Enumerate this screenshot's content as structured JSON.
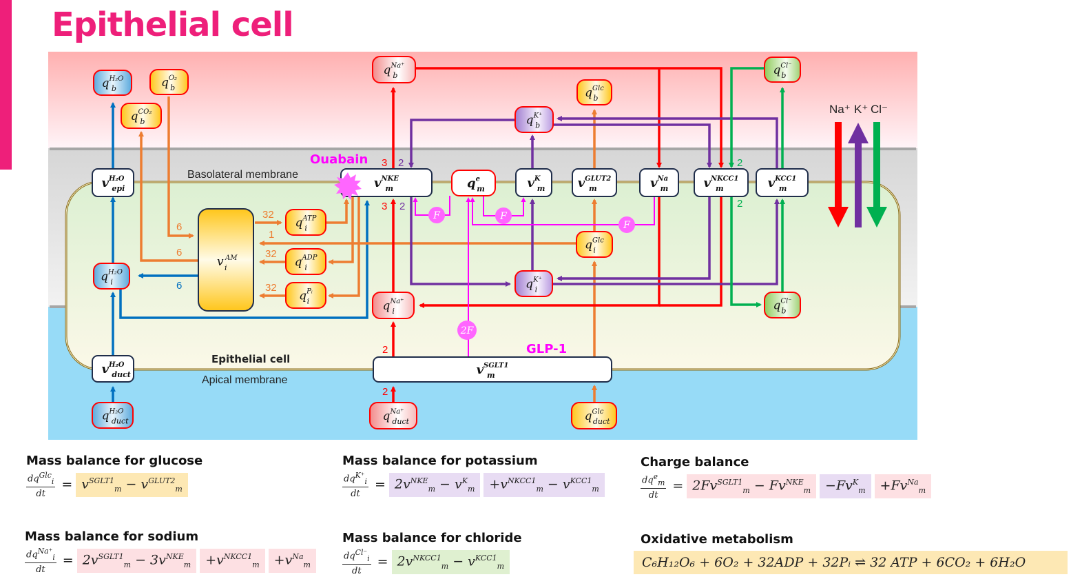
{
  "title": "Epithelial cell",
  "colors": {
    "accent": "#ee1f7a",
    "sodium": "#ff0000",
    "potassium": "#7030a0",
    "chloride": "#00b050",
    "water": "#0070c0",
    "metabolic": "#ed7d31",
    "charge": "#ff00ff"
  },
  "regions": {
    "basolateral_membrane": "Basolateral membrane",
    "epithelial_cell": "Epithelial cell",
    "apical_membrane": "Apical membrane"
  },
  "annotations": {
    "ouabain": "Ouabain",
    "glp1": "GLP-1",
    "ion_legend": [
      "Na⁺",
      "K⁺",
      "Cl⁻"
    ]
  },
  "pools": {
    "qb_h2o": {
      "base": "q",
      "sup": "H₂O",
      "sub": "b"
    },
    "qb_o2": {
      "base": "q",
      "sup": "O₂",
      "sub": "b"
    },
    "qb_co2": {
      "base": "q",
      "sup": "CO₂",
      "sub": "b"
    },
    "qb_na": {
      "base": "q",
      "sup": "Na⁺",
      "sub": "b"
    },
    "qb_glc": {
      "base": "q",
      "sup": "Glc",
      "sub": "b"
    },
    "qb_k": {
      "base": "q",
      "sup": "K⁺",
      "sub": "b"
    },
    "qb_cl_top": {
      "base": "q",
      "sup": "Cl⁻",
      "sub": "b"
    },
    "qm_e": {
      "base": "q",
      "sup": "e",
      "sub": "m"
    },
    "qi_atp": {
      "base": "q",
      "sup": "ATP",
      "sub": "i"
    },
    "qi_adp": {
      "base": "q",
      "sup": "ADP",
      "sub": "i"
    },
    "qi_pi": {
      "base": "q",
      "sup": "Pᵢ",
      "sub": "i"
    },
    "qi_h2o": {
      "base": "q",
      "sup": "H₂O",
      "sub": "i"
    },
    "qi_glc": {
      "base": "q",
      "sup": "Glc",
      "sub": "i"
    },
    "qi_k": {
      "base": "q",
      "sup": "K⁺",
      "sub": "i"
    },
    "qi_na": {
      "base": "q",
      "sup": "Na⁺",
      "sub": "i"
    },
    "qb_cl_bottom": {
      "base": "q",
      "sup": "Cl⁻",
      "sub": "b"
    },
    "qduct_h2o": {
      "base": "q",
      "sup": "H₂O",
      "sub": "duct"
    },
    "qduct_na": {
      "base": "q",
      "sup": "Na⁺",
      "sub": "duct"
    },
    "qduct_glc": {
      "base": "q",
      "sup": "Glc",
      "sub": "duct"
    }
  },
  "fluxes": {
    "v_epi_h2o": {
      "base": "v",
      "sup": "H₂O",
      "sub": "epi"
    },
    "v_nke": {
      "base": "v",
      "sup": "NKE",
      "sub": "m"
    },
    "v_k": {
      "base": "v",
      "sup": "K",
      "sub": "m"
    },
    "v_glut2": {
      "base": "v",
      "sup": "GLUT2",
      "sub": "m"
    },
    "v_na": {
      "base": "v",
      "sup": "Na",
      "sub": "m"
    },
    "v_nkcc1": {
      "base": "v",
      "sup": "NKCC1",
      "sub": "m"
    },
    "v_kcc1": {
      "base": "v",
      "sup": "KCC1",
      "sub": "m"
    },
    "v_am": {
      "base": "v",
      "sup": "AM",
      "sub": "i"
    },
    "v_duct_h2o": {
      "base": "v",
      "sup": "H₂O",
      "sub": "duct"
    },
    "v_sglt1": {
      "base": "v",
      "sup": "SGLT1",
      "sub": "m"
    }
  },
  "stoichiometry": {
    "nke_na_out": "3",
    "nke_k_in": "2",
    "nke_na_in": "3",
    "nke_k_below": "2",
    "nkcc1_cl_in": "2",
    "nkcc1_cl_out": "2",
    "am_o2": "6",
    "am_co2": "6",
    "am_atp": "32",
    "am_glc": "1",
    "am_adp": "32",
    "am_pi": "32",
    "am_h2o": "6",
    "sglt1_na_in": "2",
    "sglt1_na_out": "2"
  },
  "charge_badges": [
    "F",
    "F",
    "F",
    "2F"
  ],
  "equations": {
    "glucose": {
      "title": "Mass balance for glucose",
      "lhs": {
        "num": "dq",
        "num_sup": "Glc",
        "num_sub": "i",
        "den": "dt"
      },
      "terms": [
        {
          "text": "v",
          "sup": "SGLT1",
          "sub": "m",
          "rest": " − v",
          "sup2": "GLUT2",
          "sub2": "m",
          "color": "yellow"
        }
      ]
    },
    "sodium": {
      "title": "Mass balance for sodium",
      "lhs": {
        "num": "dq",
        "num_sup": "Na⁺",
        "num_sub": "i",
        "den": "dt"
      },
      "terms": [
        {
          "pre": "2v",
          "sup": "SGLT1",
          "sub": "m",
          "mid": " − 3v",
          "sup2": "NKE",
          "sub2": "m",
          "color": "red"
        },
        {
          "pre": "+v",
          "sup": "NKCC1",
          "sub": "m",
          "color": "red"
        },
        {
          "pre": "+v",
          "sup": "Na",
          "sub": "m",
          "color": "red"
        }
      ]
    },
    "potassium": {
      "title": "Mass balance for potassium",
      "lhs": {
        "num": "dq",
        "num_sup": "K⁺",
        "num_sub": "i",
        "den": "dt"
      },
      "terms": [
        {
          "pre": "2v",
          "sup": "NKE",
          "sub": "m",
          "mid": " − v",
          "sup2": "K",
          "sub2": "m",
          "color": "purple"
        },
        {
          "pre": "+v",
          "sup": "NKCC1",
          "sub": "m",
          "mid": " − v",
          "sup2": "KCC1",
          "sub2": "m",
          "color": "purple"
        }
      ]
    },
    "chloride": {
      "title": "Mass balance for chloride",
      "lhs": {
        "num": "dq",
        "num_sup": "Cl⁻",
        "num_sub": "i",
        "den": "dt"
      },
      "terms": [
        {
          "pre": "2v",
          "sup": "NKCC1",
          "sub": "m",
          "mid": " − v",
          "sup2": "KCC1",
          "sub2": "m",
          "color": "green"
        }
      ]
    },
    "charge": {
      "title": "Charge balance",
      "lhs": {
        "num": "dq",
        "num_sup": "e",
        "num_sub": "m",
        "den": "dt"
      },
      "terms": [
        {
          "pre": "2Fv",
          "sup": "SGLT1",
          "sub": "m",
          "mid": " − Fv",
          "sup2": "NKE",
          "sub2": "m",
          "color": "red"
        },
        {
          "pre": "−Fv",
          "sup": "K",
          "sub": "m",
          "color": "purple"
        },
        {
          "pre": "+Fv",
          "sup": "Na",
          "sub": "m",
          "color": "red"
        }
      ]
    },
    "oxidative": {
      "title": "Oxidative metabolism",
      "reaction": "C₆H₁₂O₆ + 6O₂ + 32ADP + 32Pᵢ ⇌ 32 ATP + 6CO₂ + 6H₂O"
    }
  }
}
